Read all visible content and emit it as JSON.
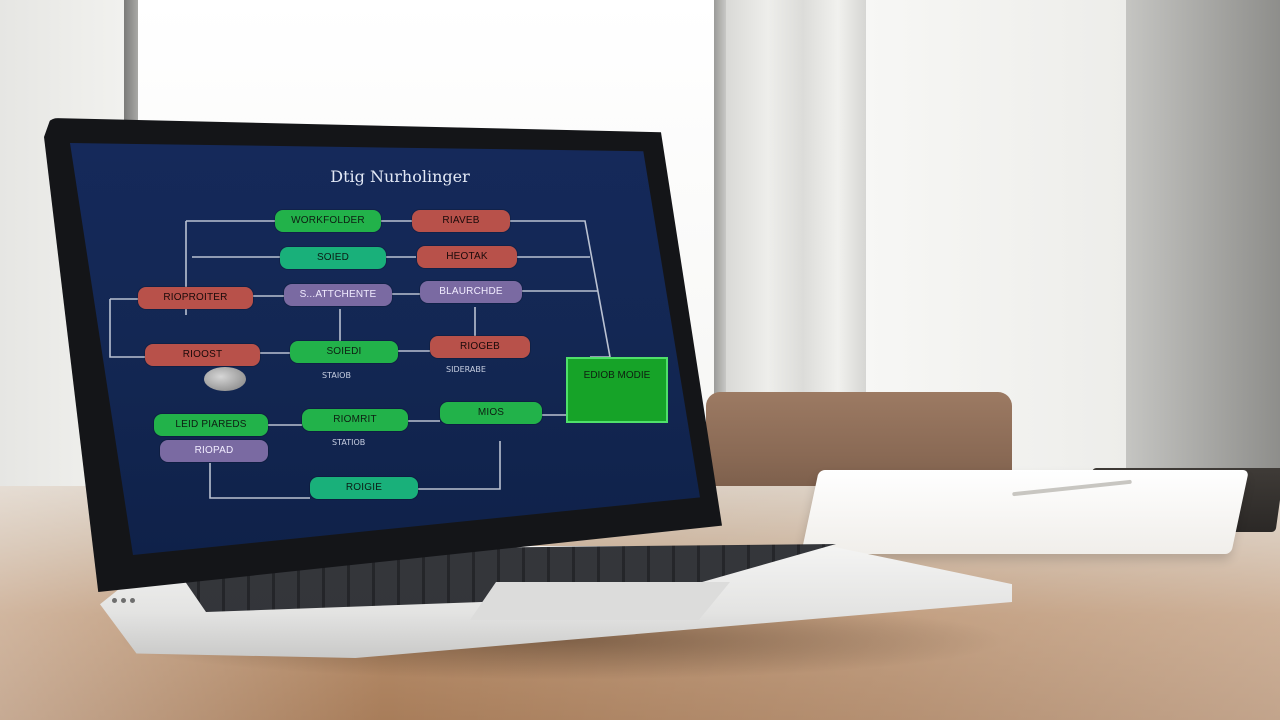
{
  "scene": {
    "colors": {
      "screen_bg": "#15295a",
      "node_green": "#22b24a",
      "node_teal": "#19b07a",
      "node_red": "#b8514a",
      "node_purple": "#7a6aa2",
      "big_box": "#16a328",
      "connector": "#d8dde8"
    }
  },
  "diagram": {
    "title": "Dtig Nurholinger",
    "nodes": {
      "n1": "WORKFOLDER",
      "n2": "RIAVEB",
      "n3": "SOIED",
      "n4": "HEOTAK",
      "n5": "RIOPROITER",
      "n6": "S...ATTCHENTE",
      "n7": "BLAURCHDE",
      "n8": "RIOOST",
      "n9": "SOIEDI",
      "n10": "RIOGEB",
      "n11": "LEID PIAREDS",
      "n12": "RIOMRIT",
      "n13": "MIOS",
      "n14": "RIOPAD",
      "n15": "ROIGIE",
      "big": "EDIOB MODIE"
    },
    "marks": {
      "m1": "STAIOB",
      "m2": "SIDERABE",
      "m3": "STATIOB"
    }
  }
}
